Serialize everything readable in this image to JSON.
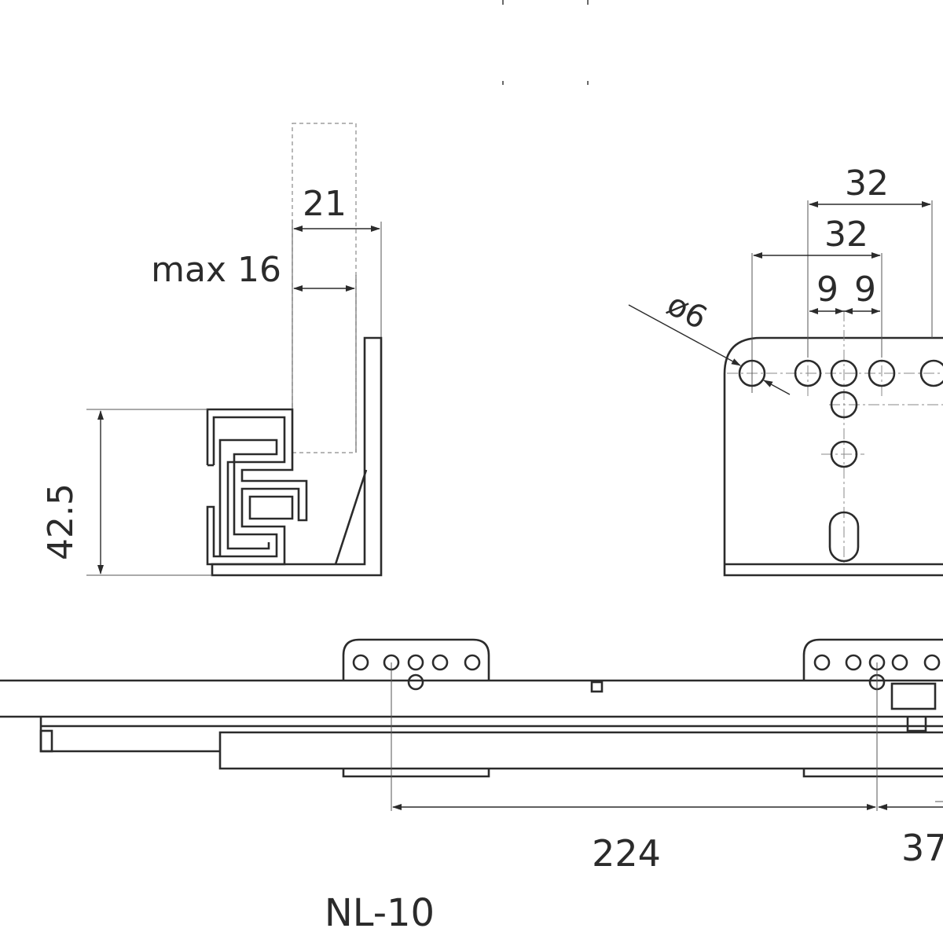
{
  "drawing": {
    "model": "NL-10",
    "side_view": {
      "dims": {
        "width_21": "21",
        "max_16": "max 16",
        "height_42_5": "42.5"
      }
    },
    "bracket_view": {
      "dims": {
        "top_32": "32",
        "mid_32": "32",
        "left_9": "9",
        "right_9": "9",
        "hole_dia": "ø6"
      }
    },
    "runner_view": {
      "dims": {
        "span_224": "224",
        "end_37": "37"
      }
    }
  }
}
